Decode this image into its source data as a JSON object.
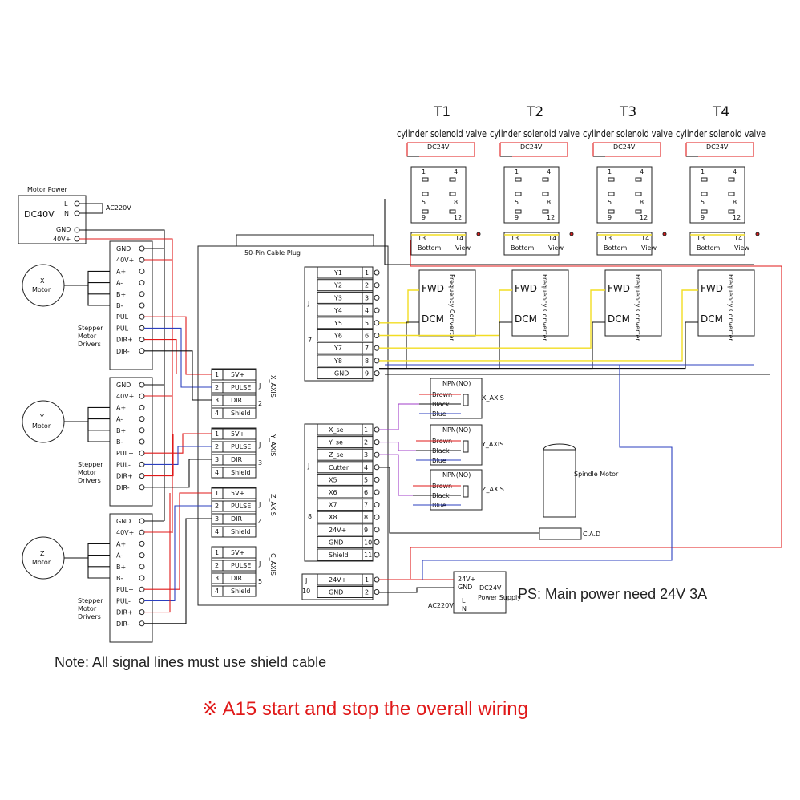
{
  "colors": {
    "red": "#e01919",
    "blue": "#2b3fbf",
    "yellow": "#f2dd22",
    "purple": "#a03cc8",
    "black": "#111111"
  },
  "motor_power": {
    "title": "Motor Power",
    "voltage": "DC40V",
    "l": "L",
    "n": "N",
    "ac": "AC220V",
    "gnd": "GND",
    "v40": "40V+"
  },
  "drivers": {
    "pins": [
      "GND",
      "40V+",
      "A+",
      "A-",
      "B+",
      "B-",
      "PUL+",
      "PUL-",
      "DIR+",
      "DIR-"
    ],
    "label": [
      "Stepper",
      "Motor",
      "Drivers"
    ],
    "motor_word": "Motor",
    "axes": [
      "X",
      "Y",
      "Z"
    ]
  },
  "cable": {
    "title": "50-Pin Cable Plug"
  },
  "axis_blocks": [
    {
      "name": "X_AXIS",
      "num": "2"
    },
    {
      "name": "Y_AXIS",
      "num": "3"
    },
    {
      "name": "Z_AXIS",
      "num": "4"
    },
    {
      "name": "C_AXIS",
      "num": "5"
    }
  ],
  "axis_pins": [
    "5V+",
    "PULSE",
    "DIR",
    "Shield"
  ],
  "axis_pin_nums": [
    "1",
    "2",
    "3",
    "4"
  ],
  "jlabel": "J",
  "block7": {
    "num": "7",
    "labels": [
      "Y1",
      "Y2",
      "Y3",
      "Y4",
      "Y5",
      "Y6",
      "Y7",
      "Y8",
      "GND"
    ]
  },
  "block8": {
    "num": "8",
    "labels": [
      "X_se",
      "Y_se",
      "Z_se",
      "Cutter",
      "X5",
      "X6",
      "X7",
      "X8",
      "24V+",
      "GND",
      "Shield"
    ]
  },
  "block10": {
    "num": "10",
    "labels": [
      "24V+",
      "GND"
    ]
  },
  "relays": [
    {
      "name": "T1",
      "desc": "cylinder solenoid valve",
      "dc": "DC24V"
    },
    {
      "name": "T2",
      "desc": "cylinder solenoid valve",
      "dc": "DC24V"
    },
    {
      "name": "T3",
      "desc": "cylinder solenoid valve",
      "dc": "DC24V"
    },
    {
      "name": "T4",
      "desc": "cylinder solenoid valve",
      "dc": "DC24V"
    }
  ],
  "relay_base": {
    "n1": "1",
    "n4": "4",
    "n5": "5",
    "n8": "8",
    "n9": "9",
    "n12": "12",
    "n13": "13",
    "n14": "14",
    "bottom": "Bottom",
    "view": "View"
  },
  "converter": {
    "fwd": "FWD",
    "dcm": "DCM",
    "name": "Frequency Converter"
  },
  "sensors": [
    {
      "type": "NPN(NO)",
      "axis": "X_AXIS"
    },
    {
      "type": "NPN(NO)",
      "axis": "Y_AXIS"
    },
    {
      "type": "NPN(NO)",
      "axis": "Z_AXIS"
    }
  ],
  "sensor_wires": [
    "Brown",
    "Black",
    "Blue"
  ],
  "spindle": {
    "label": "Spindle Motor",
    "cad": "C.A.D"
  },
  "psu": {
    "v24": "24V+",
    "gnd": "GND",
    "l": "L",
    "n": "N",
    "ac": "AC220V",
    "dc": "DC24V",
    "name": "Power Supply",
    "note": "PS: Main power need 24V 3A"
  },
  "note": "Note: All signal lines must use shield cable",
  "footer": "※ A15 start and stop the overall wiring"
}
